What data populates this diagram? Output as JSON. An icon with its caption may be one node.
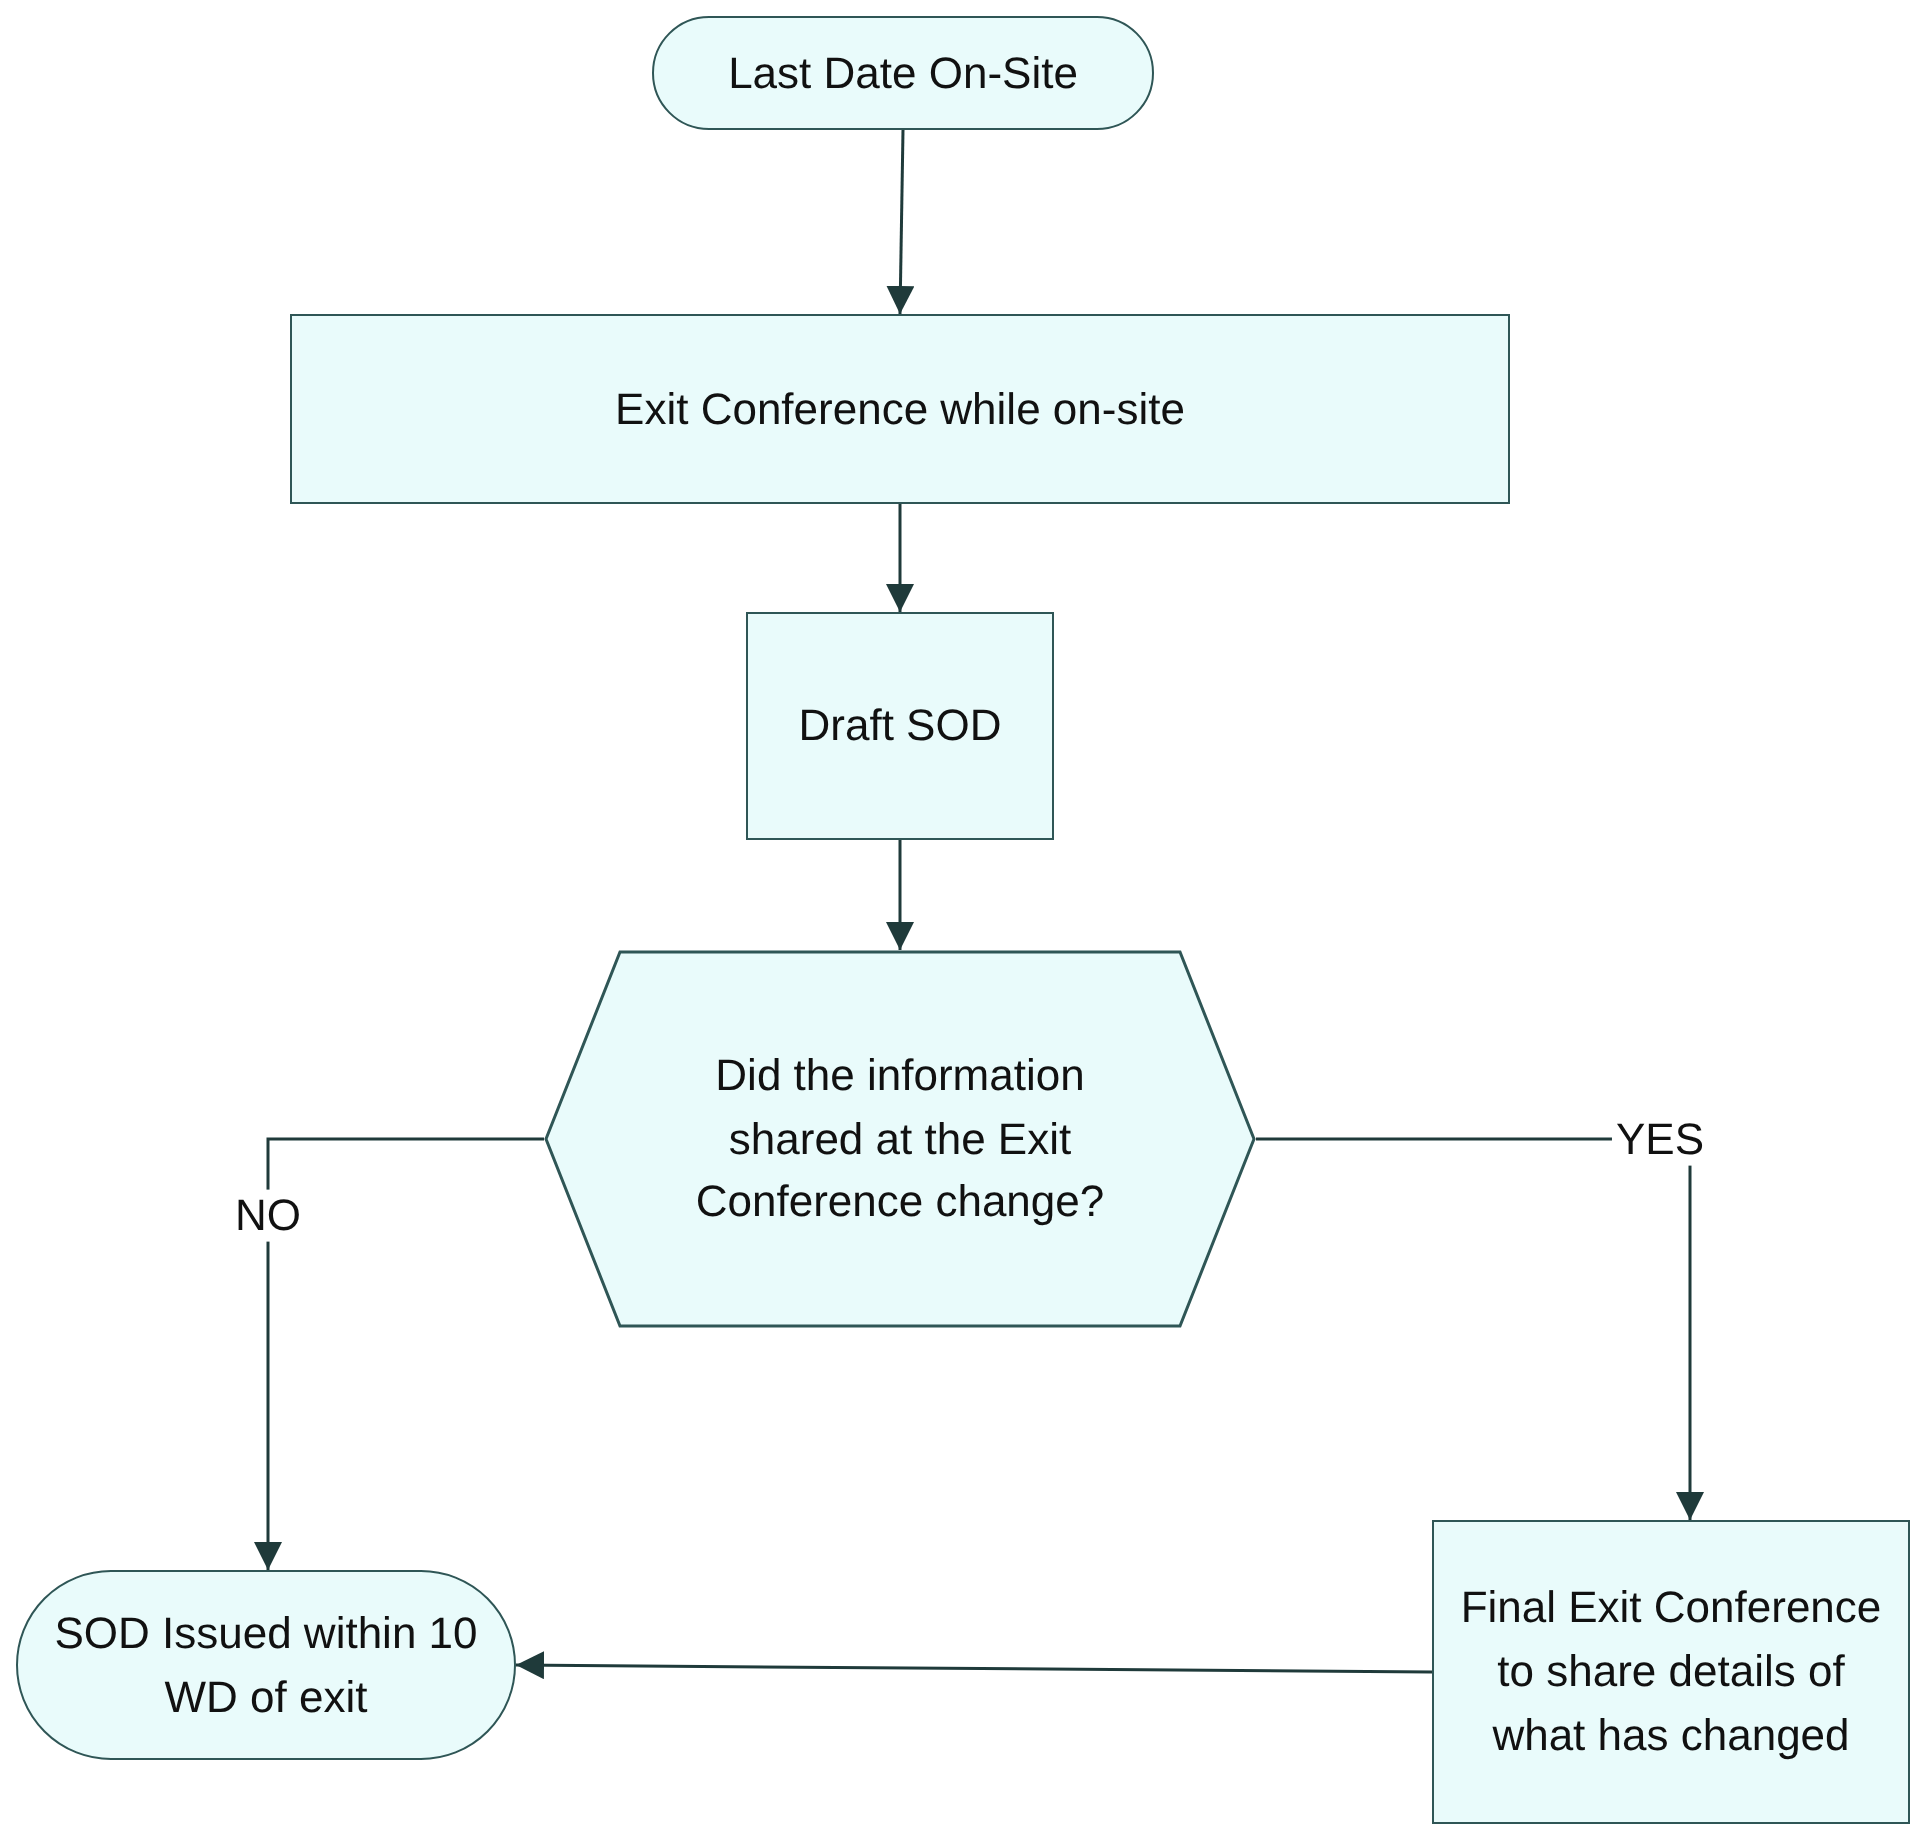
{
  "diagram": {
    "nodes": [
      {
        "text": [
          "Last Date On-Site"
        ]
      },
      {
        "text": [
          "Exit Conference while on-site"
        ]
      },
      {
        "text": [
          "Draft SOD"
        ]
      },
      {
        "text": [
          "Did the information shared at the Exit Conference change?"
        ]
      },
      {
        "text": [
          "SOD Issued within 10 WD of exit"
        ]
      },
      {
        "text": [
          "Final Exit Conference to share details of what has changed"
        ]
      }
    ],
    "edges": [
      {
        "from": 0,
        "to": 1,
        "arrow": "to"
      },
      {
        "from": 1,
        "to": 2,
        "arrow": "to"
      },
      {
        "from": 2,
        "to": 3,
        "arrow": "to"
      },
      {
        "from": 3,
        "to": 4,
        "arrow": "to",
        "label": "NO"
      },
      {
        "from": 3,
        "to": 5,
        "arrow": "to",
        "label": "YES"
      },
      {
        "from": 5,
        "to": 4,
        "arrow": "to"
      }
    ]
  }
}
